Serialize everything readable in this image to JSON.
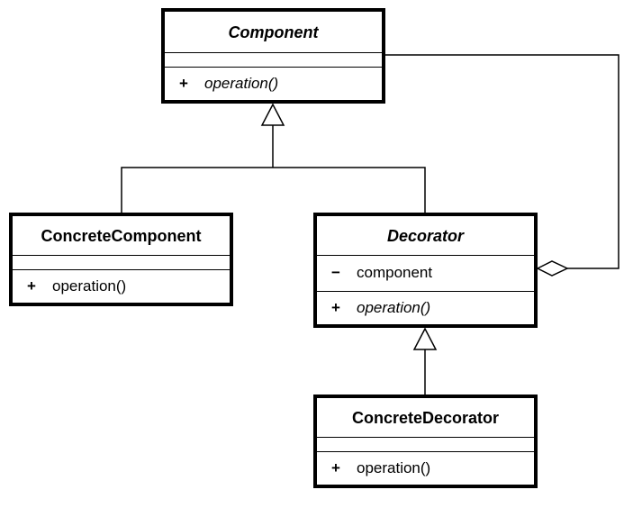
{
  "classes": {
    "component": {
      "name": "Component",
      "abstract": true,
      "attributes": [],
      "operations": [
        {
          "visibility": "+",
          "name": "operation()",
          "abstract": true
        }
      ]
    },
    "concrete_component": {
      "name": "ConcreteComponent",
      "abstract": false,
      "attributes": [],
      "operations": [
        {
          "visibility": "+",
          "name": "operation()",
          "abstract": false
        }
      ]
    },
    "decorator": {
      "name": "Decorator",
      "abstract": true,
      "attributes": [
        {
          "visibility": "−",
          "name": "component"
        }
      ],
      "operations": [
        {
          "visibility": "+",
          "name": "operation()",
          "abstract": true
        }
      ]
    },
    "concrete_decorator": {
      "name": "ConcreteDecorator",
      "abstract": false,
      "attributes": [],
      "operations": [
        {
          "visibility": "+",
          "name": "operation()",
          "abstract": false
        }
      ]
    }
  },
  "relationships": [
    {
      "type": "generalization",
      "from": "ConcreteComponent",
      "to": "Component"
    },
    {
      "type": "generalization",
      "from": "Decorator",
      "to": "Component"
    },
    {
      "type": "generalization",
      "from": "ConcreteDecorator",
      "to": "Decorator"
    },
    {
      "type": "aggregation",
      "whole": "Decorator",
      "part": "Component"
    }
  ]
}
